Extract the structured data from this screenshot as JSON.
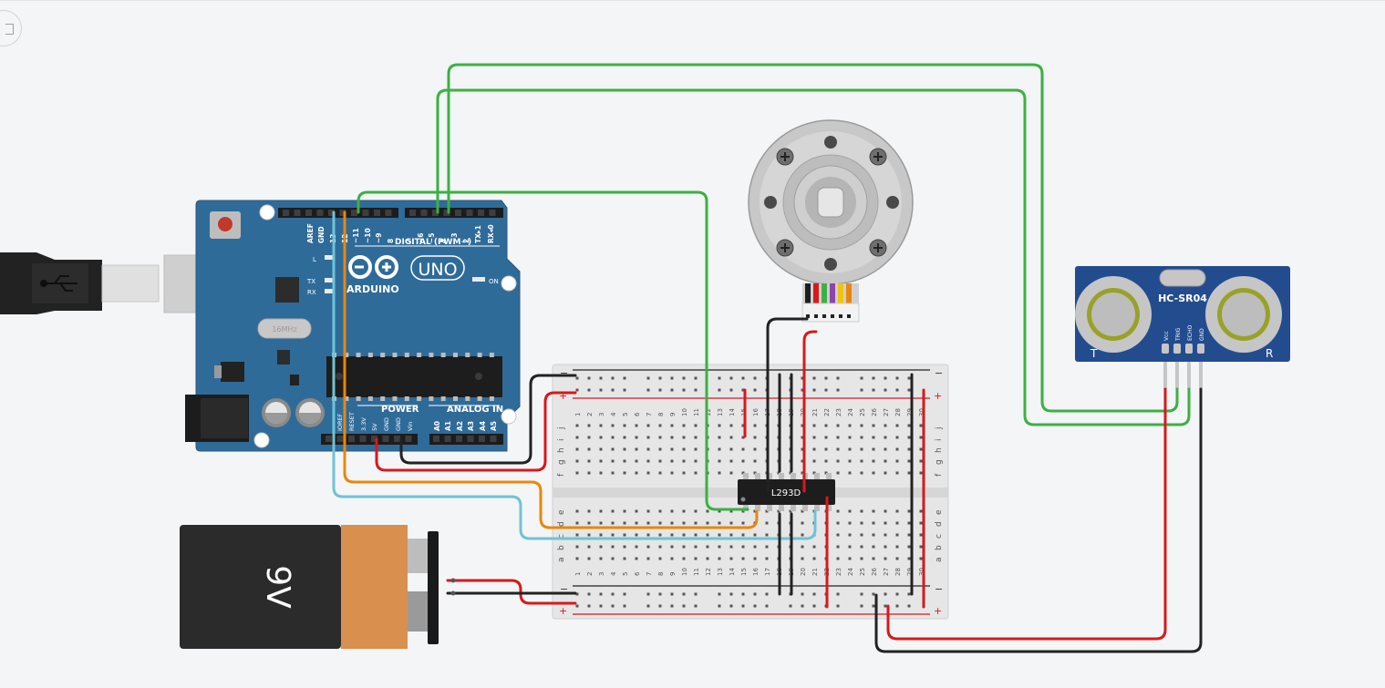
{
  "canvas": {
    "fit_view_icon": "fit-view-icon"
  },
  "arduino": {
    "brand": "ARDUINO",
    "model": "UNO",
    "digital_header_label": "DIGITAL (PWM~)",
    "power_label": "POWER",
    "analog_label": "ANALOG IN",
    "on_label": "ON",
    "led_l": "L",
    "led_tx": "TX",
    "led_rx": "RX",
    "crystal_label": "16MHz",
    "digital_pins": [
      "AREF",
      "GND",
      "13",
      "12",
      "~11",
      "~10",
      "~9",
      "8",
      "7",
      "~6",
      "~5",
      "4",
      "~3",
      "2",
      "TX▸1",
      "RX◂0"
    ],
    "power_pins": [
      "IOREF",
      "RESET",
      "3.3V",
      "5V",
      "GND",
      "GND",
      "Vin"
    ],
    "analog_pins": [
      "A0",
      "A1",
      "A2",
      "A3",
      "A4",
      "A5"
    ]
  },
  "battery": {
    "label": "9V"
  },
  "driver_ic": {
    "label": "L293D"
  },
  "ultrasonic": {
    "label": "HC-SR04",
    "pins": [
      "Vcc",
      "TRIG",
      "ECHO",
      "GND"
    ],
    "left_mark": "T",
    "right_mark": "R"
  },
  "breadboard": {
    "row_letters_top": [
      "j",
      "i",
      "h",
      "g",
      "f"
    ],
    "row_letters_bottom": [
      "e",
      "d",
      "c",
      "b",
      "a"
    ],
    "rail_minus": "−",
    "rail_plus": "+",
    "column_count": 30
  },
  "colors": {
    "arduino_board": "#2f6b99",
    "wire_green": "#3cb043",
    "wire_red": "#d7191c",
    "wire_black": "#222222",
    "wire_orange": "#e8870e",
    "wire_cyan": "#6fc3d6",
    "sensor_board": "#234c8f",
    "battery_orange": "#d98f4e",
    "battery_body": "#2b2b2b"
  }
}
